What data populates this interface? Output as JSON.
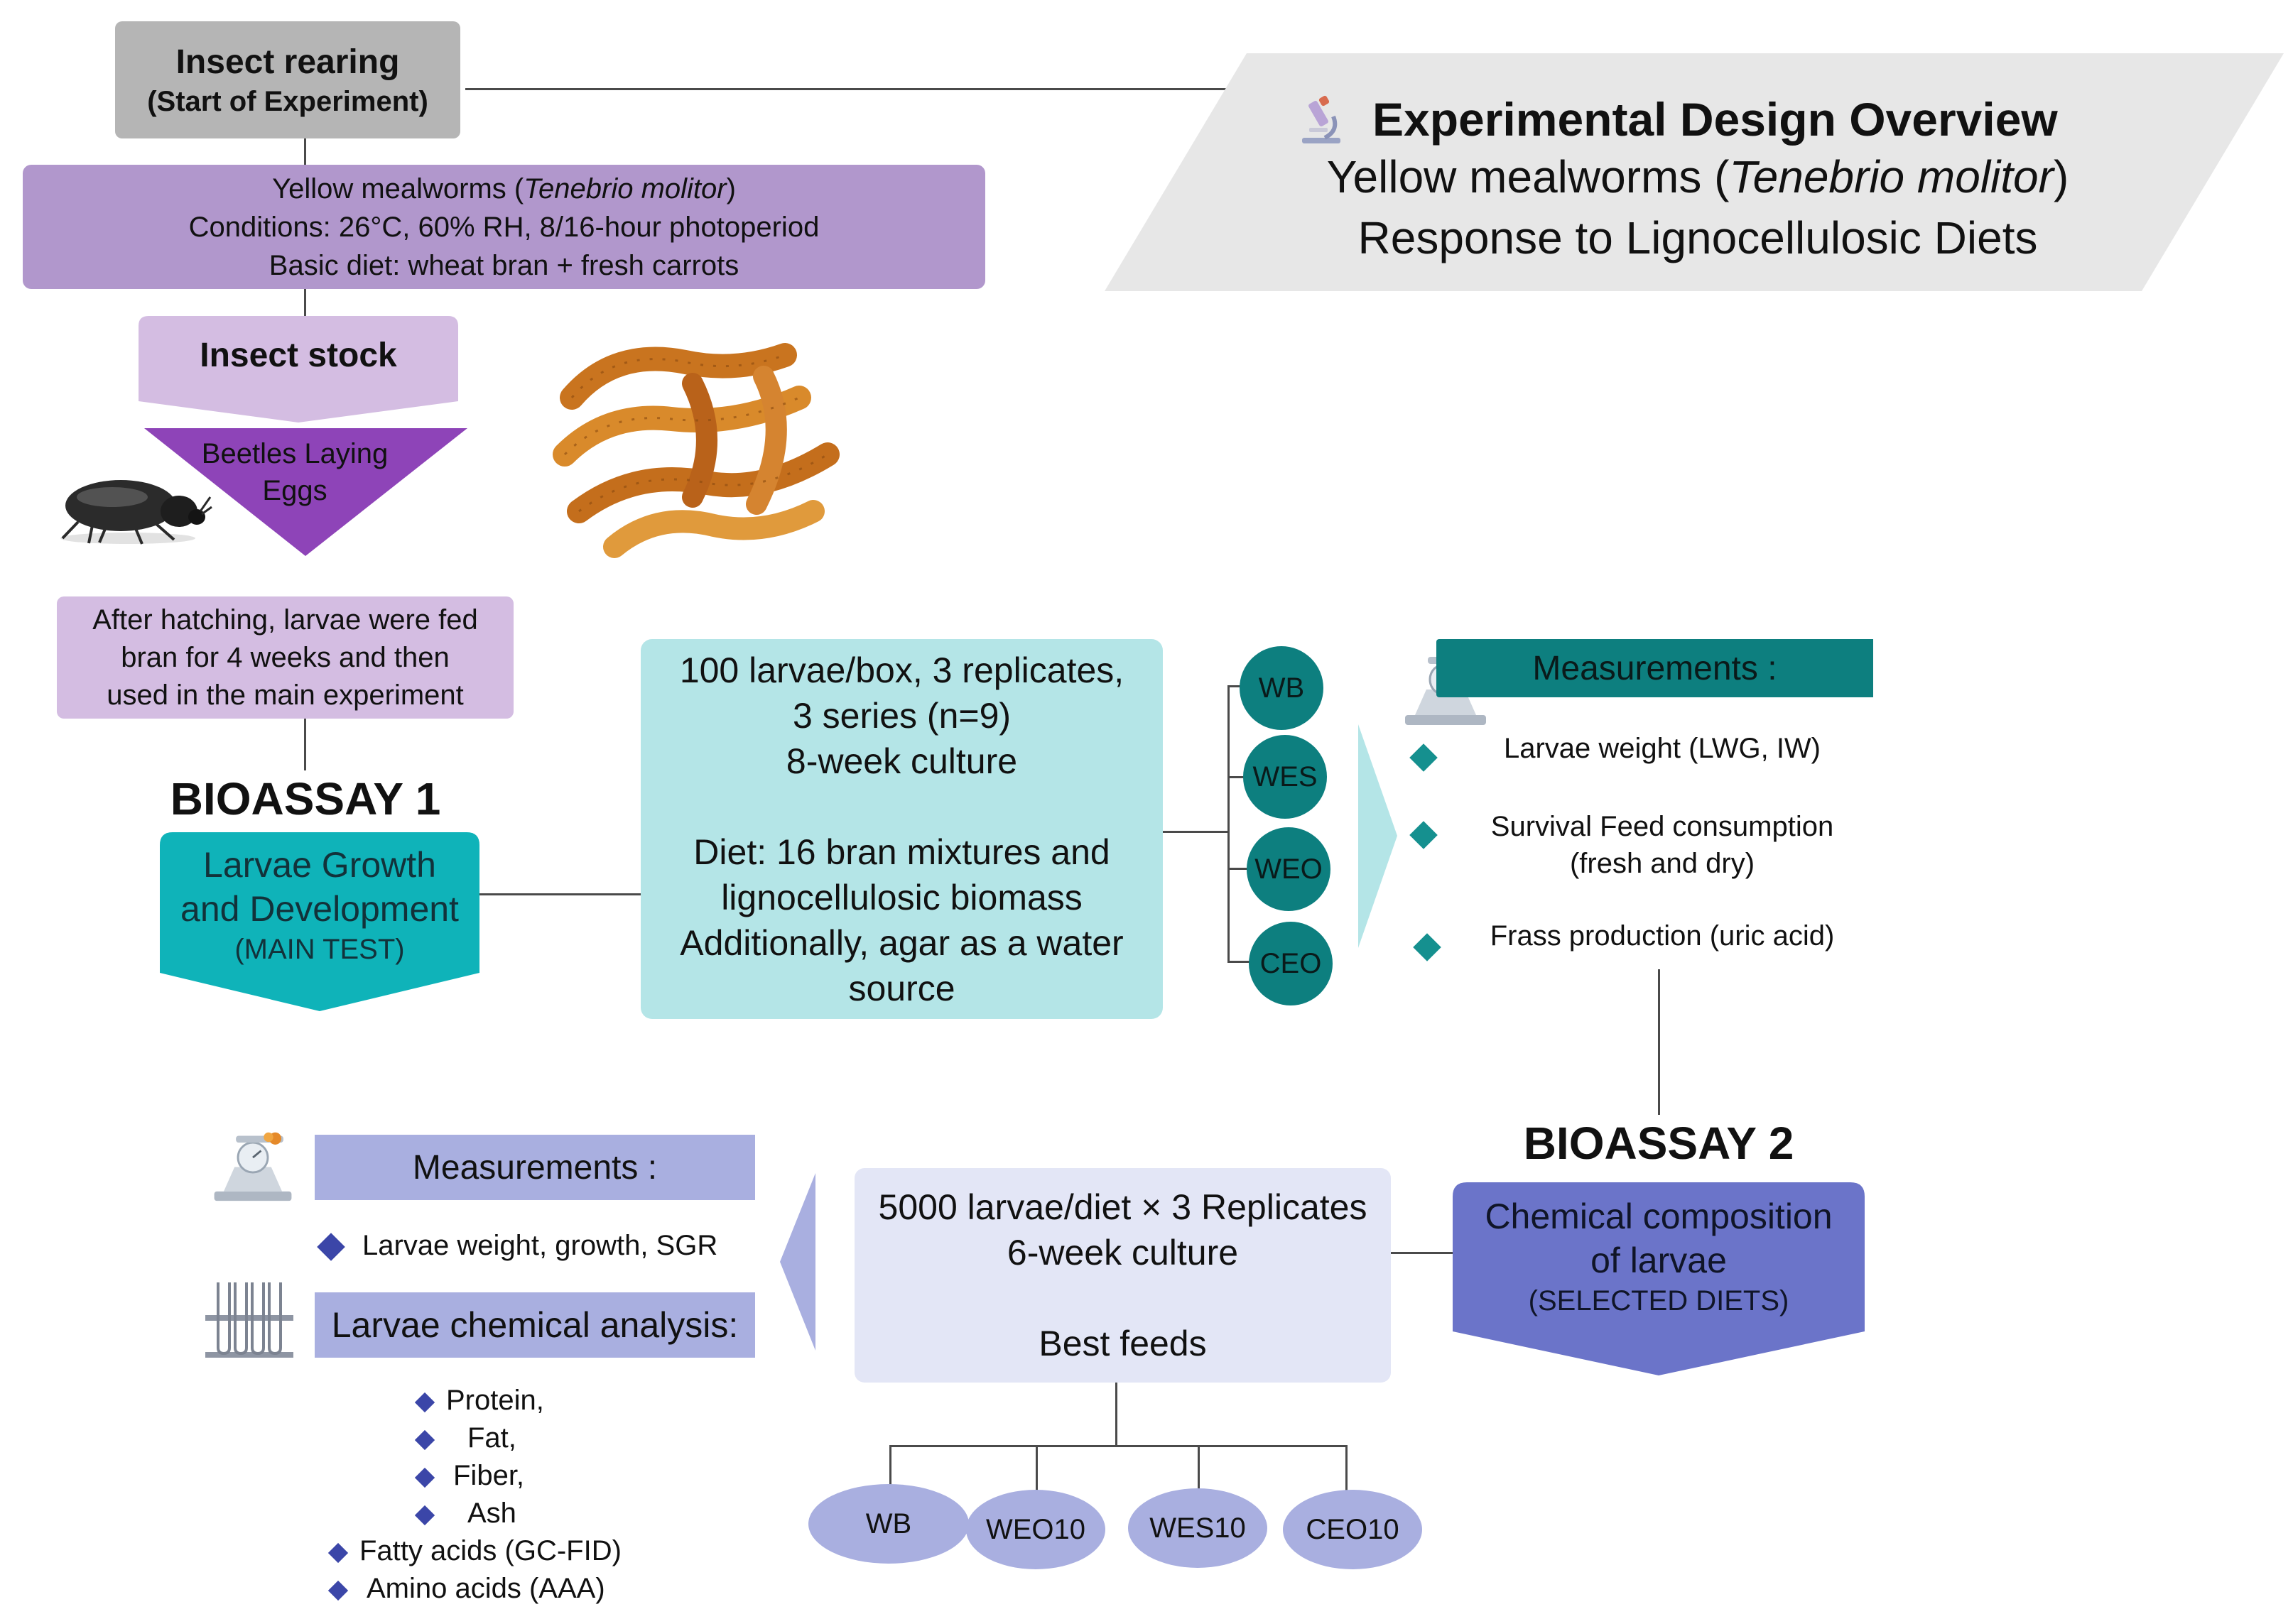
{
  "title_panel": {
    "heading": "Experimental Design Overview",
    "line2_pre": "Yellow mealworms (",
    "line2_species": "Tenebrio molitor",
    "line2_post": ")",
    "line3": "Response to Lignocellulosic Diets"
  },
  "rearing": {
    "title": "Insect rearing",
    "subtitle": "(Start of Experiment)"
  },
  "conditions": {
    "line1_pre": "Yellow mealworms (",
    "line1_species": "Tenebrio molitor",
    "line1_post": ")",
    "line2": "Conditions: 26°C, 60% RH, 8/16-hour photoperiod",
    "line3": "Basic diet: wheat bran + fresh carrots"
  },
  "stock": {
    "label": "Insect stock"
  },
  "beetles": {
    "line1": "Beetles Laying",
    "line2": "Eggs"
  },
  "hatching": {
    "line1": "After hatching, larvae were fed",
    "line2": "bran for 4 weeks and then",
    "line3": "used in the main experiment"
  },
  "bioassay1": {
    "heading": "BIOASSAY 1",
    "line1": "Larvae Growth",
    "line2": "and Development",
    "line3": "(MAIN TEST)"
  },
  "design1": {
    "line1": "100 larvae/box, 3 replicates,",
    "line2": "3 series (n=9)",
    "line3": "8-week culture",
    "line4": "Diet: 16 bran mixtures and",
    "line5": "lignocellulosic biomass",
    "line6": "Additionally, agar as a water",
    "line7": "source"
  },
  "diets1": [
    "WB",
    "WES",
    "WEO",
    "CEO"
  ],
  "measurements1": {
    "header": "Measurements :",
    "items": [
      "Larvae weight (LWG, IW)",
      "Survival Feed consumption",
      "(fresh and dry)",
      "Frass production (uric acid)"
    ]
  },
  "bioassay2": {
    "heading": "BIOASSAY 2",
    "line1": "Chemical composition",
    "line2": "of larvae",
    "line3": "(SELECTED DIETS)"
  },
  "design2": {
    "line1": "5000 larvae/diet × 3 Replicates",
    "line2": "6-week culture",
    "line3": "Best feeds"
  },
  "diets2": [
    "WB",
    "WEO10",
    "WES10",
    "CEO10"
  ],
  "measurements2": {
    "header": "Measurements :",
    "item1": "Larvae weight, growth, SGR",
    "analysis_header": "Larvae chemical analysis:",
    "analysis_items": [
      "Protein,",
      "Fat,",
      "Fiber,",
      "Ash",
      "Fatty acids (GC-FID)",
      "Amino acids (AAA)"
    ]
  },
  "colors": {
    "purple": "#b197cc",
    "light_purple": "#d4bde2",
    "violet": "#8e44b8",
    "teal": "#0fb3b9",
    "dark_teal": "#0d7f7f",
    "light_teal": "#b4e5e7",
    "periwinkle": "#6b74c9",
    "lavender": "#e3e6f6",
    "soft_blue": "#a9afe0",
    "grey": "#b5b5b5"
  }
}
